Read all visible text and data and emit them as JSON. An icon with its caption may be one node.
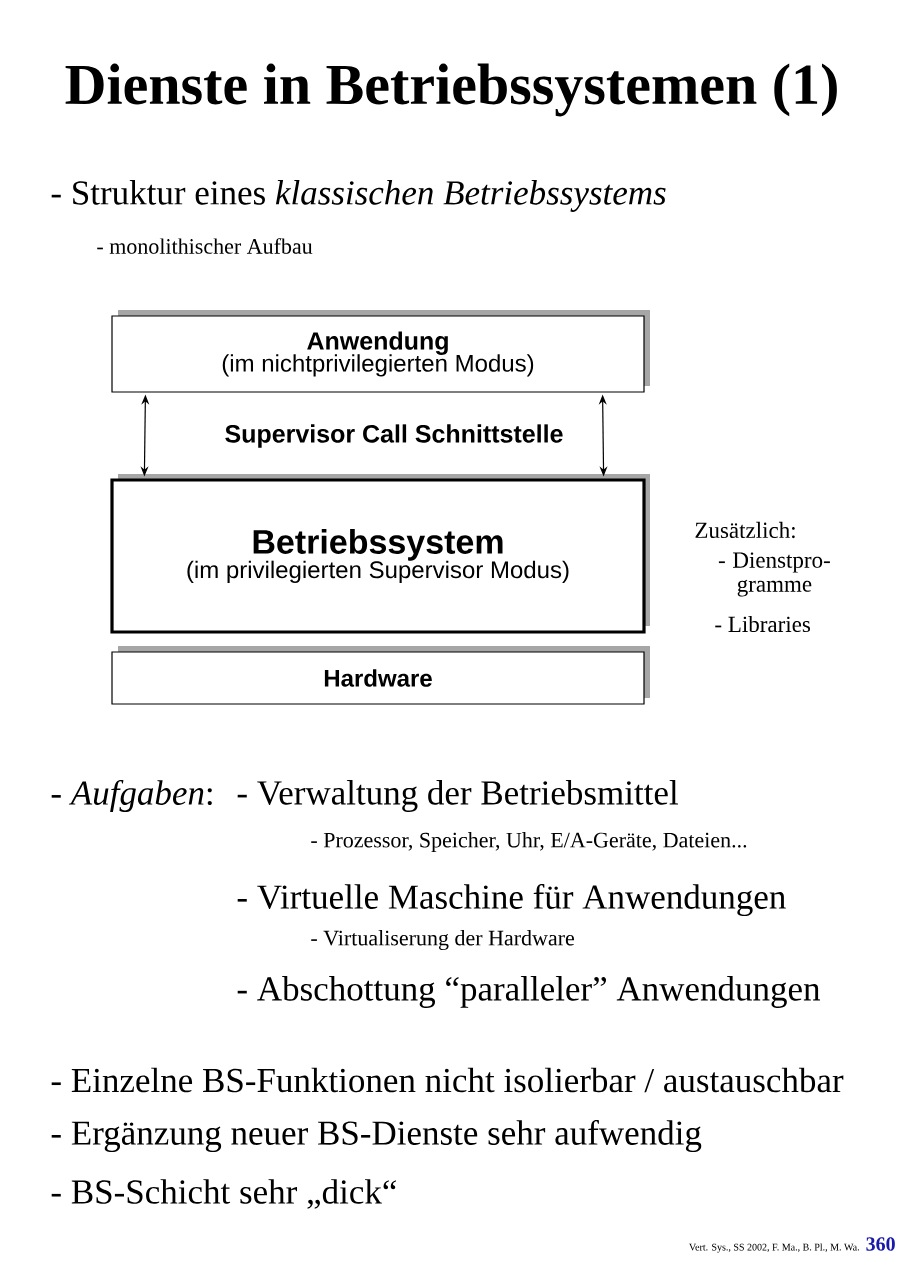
{
  "diagram": {
    "title": "Dienste in Betriebssystemen (1)",
    "nodes": [
      {
        "text": [
          "Anwendung",
          "(im nichtprivilegierten Modus)"
        ]
      },
      {
        "text": [
          "Betriebssystem",
          "(im privilegierten Supervisor Modus)"
        ]
      },
      {
        "text": [
          "Hardware"
        ]
      }
    ],
    "edges": [
      {
        "from": 0,
        "to": 1,
        "arrow": "both"
      },
      {
        "from": 0,
        "to": 1,
        "arrow": "both"
      }
    ],
    "labels": [
      "- Struktur eines *klassischen Betriebssystems*",
      "- monolithischer Aufbau",
      "Supervisor Call Schnittstelle",
      "Zusätzlich:",
      "- Dienstpro- gramme",
      "- Libraries",
      "- *Aufgaben*:",
      "- Verwaltung der Betriebsmittel",
      "- Prozessor, Speicher, Uhr, E/A-Geräte, Dateien...",
      "- Virtuelle Maschine für Anwendungen",
      "- Virtualiserung der Hardware",
      "- Abschottung “paralleler” Anwendungen",
      "- Einzelne BS-Funktionen nicht isolierbar / austauschbar",
      "- Ergänzung neuer BS-Dienste sehr aufwendig",
      "- BS-Schicht sehr „dick“",
      "Vert. Sys., SS 2002, F. Ma., B. Pl., M. Wa.",
      "360"
    ]
  }
}
